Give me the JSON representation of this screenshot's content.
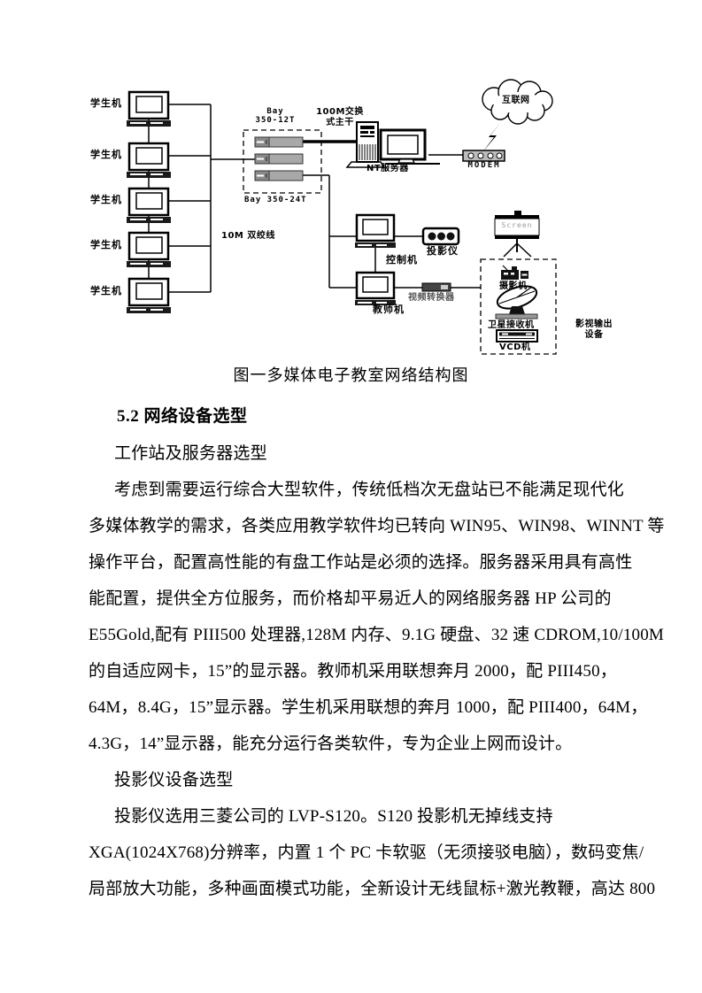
{
  "page": {
    "caption": "图一多媒体电子教室网络结构图",
    "heading": "5.2 网络设备选型"
  },
  "figure": {
    "labels": {
      "student": "学生机",
      "bay_top_l1": "Bay",
      "bay_top_l2": "350-12T",
      "bay_bottom": "Bay 350-24T",
      "backbone_l1": "100M交换",
      "backbone_l2": "式主干",
      "twisted_pair": "10M 双绞线",
      "nt_server": "NT服务器",
      "modem": "MODEM",
      "internet": "互联网",
      "control": "控制机",
      "projector": "投影仪",
      "teacher": "教师机",
      "video_converter": "视频转换器",
      "screen": "Screen",
      "camera": "摄影机",
      "satellite": "卫星接收机",
      "vcd": "VCD机",
      "av_out_l1": "影视输出",
      "av_out_l2": "设备"
    }
  },
  "body_text": {
    "lines": [
      {
        "t": "工作站及服务器选型"
      },
      {
        "t": "考虑到需要运行综合大型软件，传统低档次无盘站已不能满足现代化"
      },
      {
        "t": "多媒体教学的需求，各类应用教学软件均已转向 WIN95、WIN98、WINNT 等"
      },
      {
        "t": "操作平台，配置高性能的有盘工作站是必须的选择。服务器采用具有高性"
      },
      {
        "t": "能配置，提供全方位服务，而价格却平易近人的网络服务器 HP 公司的"
      },
      {
        "t": "E55Gold,配有 PIII500 处理器,128M 内存、9.1G 硬盘、32 速 CDROM,10/100M"
      },
      {
        "t": "的自适应网卡，15”的显示器。教师机采用联想奔月 2000，配 PIII450，"
      },
      {
        "t": "64M，8.4G，15”显示器。学生机采用联想的奔月 1000，配 PIII400，64M，"
      },
      {
        "t": "4.3G，14”显示器，能充分运行各类软件，专为企业上网而设计。"
      },
      {
        "t": "投影仪设备选型"
      },
      {
        "t": "投影仪选用三菱公司的 LVP-S120。S120 投影机无掉线支持"
      },
      {
        "t": "XGA(1024X768)分辨率，内置 1 个 PC 卡软驱（无须接驳电脑），数码变焦/"
      },
      {
        "t": "局部放大功能，多种画面模式功能，全新设计无线鼠标+激光教鞭，高达 800"
      }
    ]
  }
}
